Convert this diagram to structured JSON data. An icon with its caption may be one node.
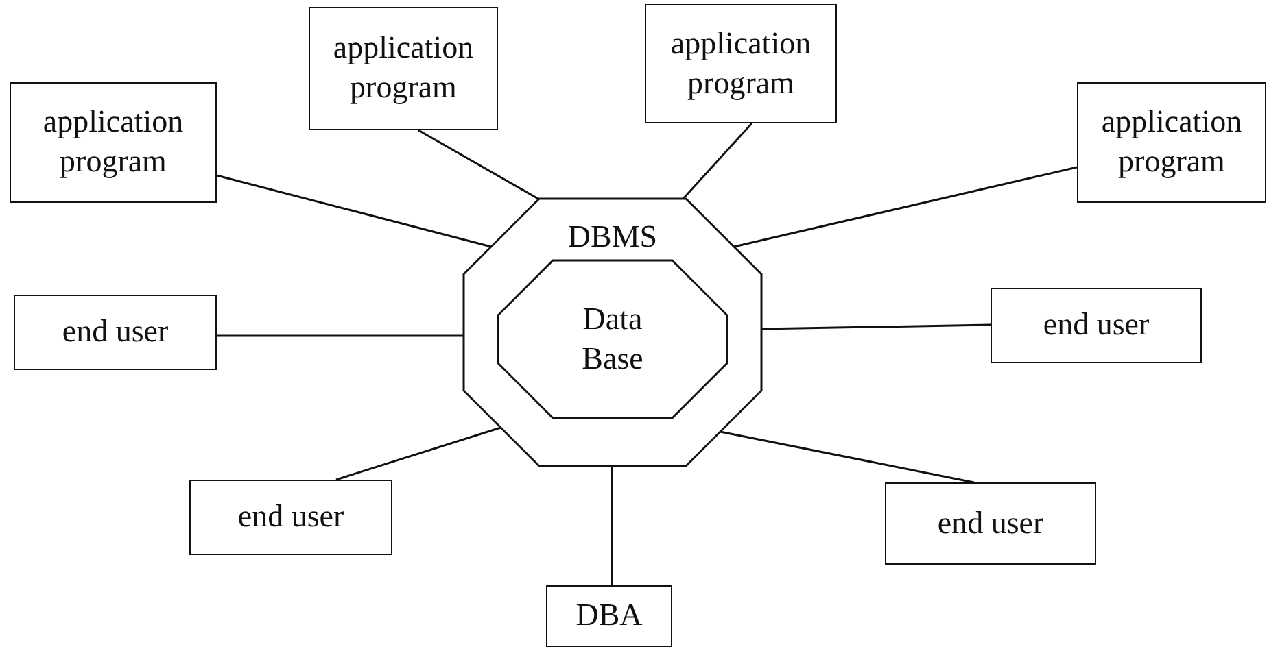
{
  "diagram": {
    "nodes": [
      {
        "text": [
          "DBMS"
        ]
      },
      {
        "text": [
          "Data Base"
        ],
        "in": 0
      },
      {
        "text": [
          "application program"
        ]
      },
      {
        "text": [
          "application program"
        ]
      },
      {
        "text": [
          "application program"
        ]
      },
      {
        "text": [
          "application program"
        ]
      },
      {
        "text": [
          "end user"
        ]
      },
      {
        "text": [
          "end user"
        ]
      },
      {
        "text": [
          "end user"
        ]
      },
      {
        "text": [
          "end user"
        ]
      },
      {
        "text": [
          "DBA"
        ]
      }
    ],
    "edges": [
      {
        "from": 0,
        "to": 2,
        "arrow": "none"
      },
      {
        "from": 0,
        "to": 3,
        "arrow": "none"
      },
      {
        "from": 0,
        "to": 4,
        "arrow": "none"
      },
      {
        "from": 0,
        "to": 5,
        "arrow": "none"
      },
      {
        "from": 0,
        "to": 6,
        "arrow": "none"
      },
      {
        "from": 0,
        "to": 7,
        "arrow": "none"
      },
      {
        "from": 0,
        "to": 8,
        "arrow": "none"
      },
      {
        "from": 0,
        "to": 9,
        "arrow": "none"
      },
      {
        "from": 0,
        "to": 10,
        "arrow": "none"
      }
    ]
  }
}
